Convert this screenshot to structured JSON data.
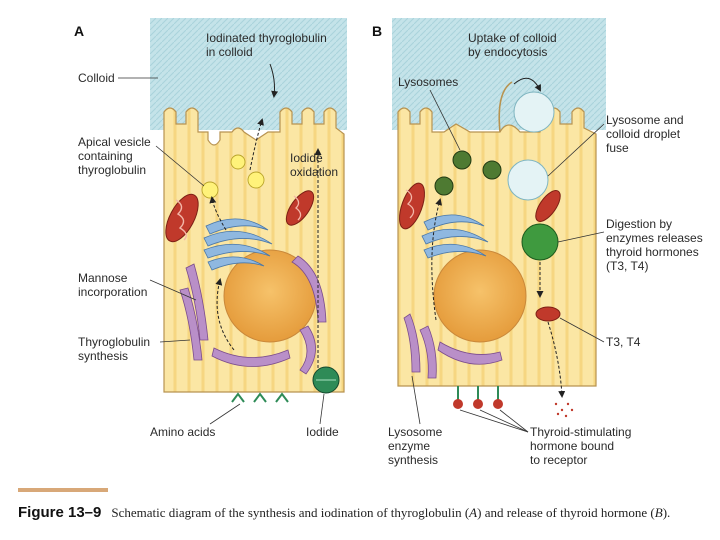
{
  "panels": {
    "a": {
      "letter": "A",
      "labels": {
        "iodinated_thyroglobulin": [
          "Iodinated thyroglobulin",
          "in colloid"
        ],
        "colloid": "Colloid",
        "apical_vesicle": [
          "Apical vesicle",
          "containing",
          "thyroglobulin"
        ],
        "iodide_oxidation": [
          "Iodide",
          "oxidation"
        ],
        "mannose": [
          "Mannose",
          "incorporation"
        ],
        "thyroglobulin_synthesis": [
          "Thyroglobulin",
          "synthesis"
        ],
        "amino_acids": "Amino acids",
        "iodide": "Iodide"
      }
    },
    "b": {
      "letter": "B",
      "labels": {
        "uptake": [
          "Uptake of colloid",
          "by endocytosis"
        ],
        "lysosomes": "Lysosomes",
        "lysosome_fuse": [
          "Lysosome and",
          "colloid droplet",
          "fuse"
        ],
        "digestion": [
          "Digestion by",
          "enzymes releases",
          "thyroid hormones",
          "(T3, T4)"
        ],
        "t3_t4": "T3, T4",
        "lysosome_enzyme": [
          "Lysosome",
          "enzyme",
          "synthesis"
        ],
        "tsh": [
          "Thyroid-stimulating",
          "hormone bound",
          "to receptor"
        ]
      }
    }
  },
  "caption": {
    "figure_number": "Figure 13–9",
    "text_before_a": "Schematic diagram of the synthesis and iodination of thyroglobulin (",
    "a_ref": "A",
    "text_between": ") and release of thyroid hormone (",
    "b_ref": "B",
    "text_after": ")."
  },
  "colors": {
    "colloid": "#bfe0e6",
    "cytoplasm": "#fbe7a6",
    "nucleus": "#f0b25a",
    "mitochondria": "#c0392b",
    "er": "#b98fc8",
    "golgi": "#8fb8e0",
    "vesicle": "#fff27a",
    "iodide_pump": "#2e8b57",
    "receptor": "#c0392b"
  }
}
